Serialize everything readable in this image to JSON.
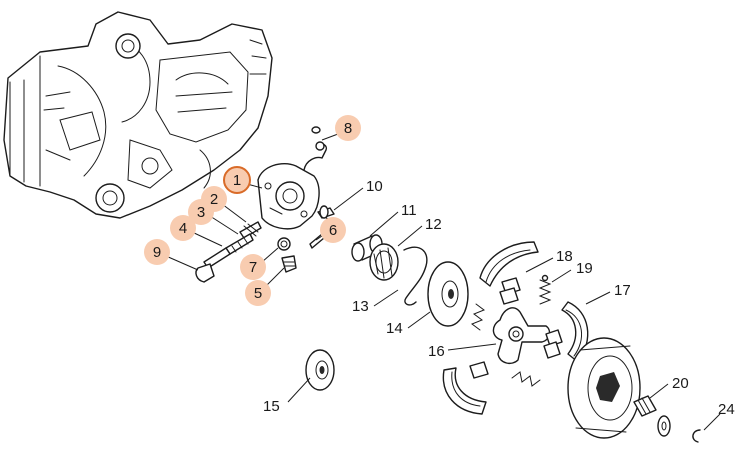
{
  "callouts": [
    {
      "id": "1",
      "label": "1",
      "highlight": "ring"
    },
    {
      "id": "2",
      "label": "2",
      "highlight": "fill"
    },
    {
      "id": "3",
      "label": "3",
      "highlight": "fill"
    },
    {
      "id": "4",
      "label": "4",
      "highlight": "fill"
    },
    {
      "id": "5",
      "label": "5",
      "highlight": "fill"
    },
    {
      "id": "6",
      "label": "6",
      "highlight": "fill"
    },
    {
      "id": "7",
      "label": "7",
      "highlight": "fill"
    },
    {
      "id": "8",
      "label": "8",
      "highlight": "fill"
    },
    {
      "id": "9",
      "label": "9",
      "highlight": "fill"
    },
    {
      "id": "10",
      "label": "10",
      "highlight": "none"
    },
    {
      "id": "11",
      "label": "11",
      "highlight": "none"
    },
    {
      "id": "12",
      "label": "12",
      "highlight": "none"
    },
    {
      "id": "13",
      "label": "13",
      "highlight": "none"
    },
    {
      "id": "14",
      "label": "14",
      "highlight": "none"
    },
    {
      "id": "15",
      "label": "15",
      "highlight": "none"
    },
    {
      "id": "16",
      "label": "16",
      "highlight": "none"
    },
    {
      "id": "17",
      "label": "17",
      "highlight": "none"
    },
    {
      "id": "18",
      "label": "18",
      "highlight": "none"
    },
    {
      "id": "19",
      "label": "19",
      "highlight": "none"
    },
    {
      "id": "20",
      "label": "20",
      "highlight": "none"
    },
    {
      "id": "24",
      "label": "24",
      "highlight": "none"
    }
  ],
  "colors": {
    "highlight_fill": "#f8ccb0",
    "highlight_ring": "#d96b28",
    "line": "#1c1c1c",
    "background": "#ffffff"
  }
}
